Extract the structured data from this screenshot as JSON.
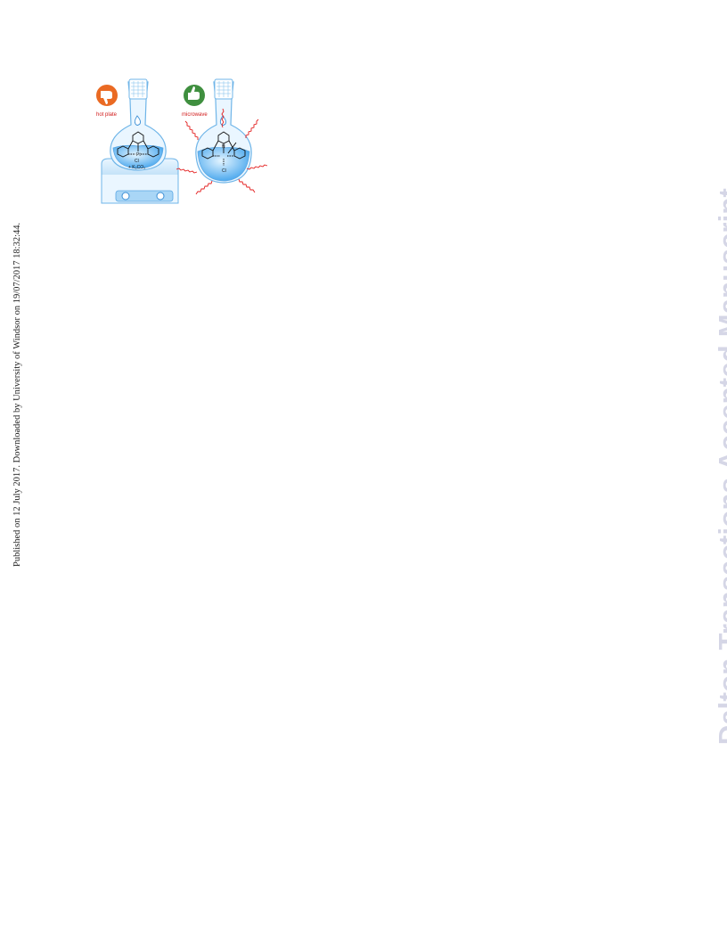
{
  "side_note": {
    "text": "Published on 12 July 2017. Downloaded by University of Windsor on 19/07/2017 18:32:44."
  },
  "watermark": {
    "text": "Dalton Transactions Accepted Manuscript",
    "color": "#d5d6e6"
  },
  "graphic": {
    "left_label": "hot plate",
    "right_label": "microwave",
    "left_reagent": "+ K₂CO₃",
    "metal_left": "Pt",
    "atom_n": "N",
    "atom_cl": "Cl",
    "colors": {
      "flask_fill": "#bfe4fb",
      "flask_outline": "#6fb5e8",
      "liquid": "#57b3f2",
      "hotplate": "#d6edfb",
      "thumbs_down_badge": "#ea6a23",
      "thumbs_up_badge": "#3f8f3f",
      "microwave_wave": "#e31c1c",
      "label_text": "#d11a1a"
    }
  }
}
